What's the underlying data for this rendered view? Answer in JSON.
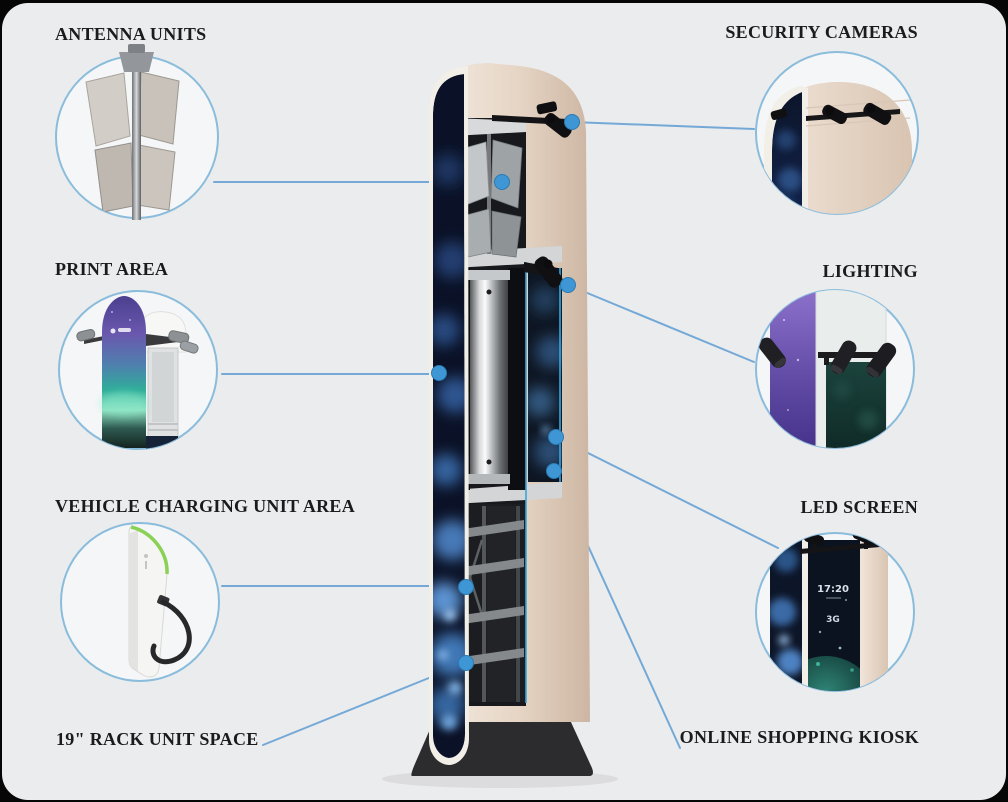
{
  "title": "Smart kiosk tower component infographic",
  "callouts": [
    {
      "id": "antenna-units",
      "label": "ANTENNA UNITS",
      "side": "left"
    },
    {
      "id": "security-cameras",
      "label": "SECURITY CAMERAS",
      "side": "right"
    },
    {
      "id": "print-area",
      "label": "PRINT AREA",
      "side": "left"
    },
    {
      "id": "lighting",
      "label": "LIGHTING",
      "side": "right"
    },
    {
      "id": "vehicle-charging-unit-area",
      "label": "VEHICLE CHARGING UNIT AREA",
      "side": "left"
    },
    {
      "id": "led-screen",
      "label": "LED SCREEN",
      "side": "right"
    },
    {
      "id": "rack-unit-space",
      "label": "19\" RACK UNIT SPACE",
      "side": "left"
    },
    {
      "id": "online-shopping-kiosk",
      "label": "ONLINE SHOPPING KIOSK",
      "side": "right"
    }
  ],
  "tower": {
    "led_display": {
      "time": "17:20",
      "network": "3G"
    }
  },
  "colors": {
    "panel_background": "#ebeced",
    "page_background": "#060606",
    "label_text": "#1b1b1e",
    "connector_line": "#74a9d7",
    "connector_dot": "#3e97d4",
    "circle_stroke": "#8abcdc",
    "tower_beige": "#e8d9cb",
    "tower_screen_navy": "#0c1529",
    "cutaway_edge_blue": "#38a5de",
    "base_dark": "#2c2c2e"
  }
}
